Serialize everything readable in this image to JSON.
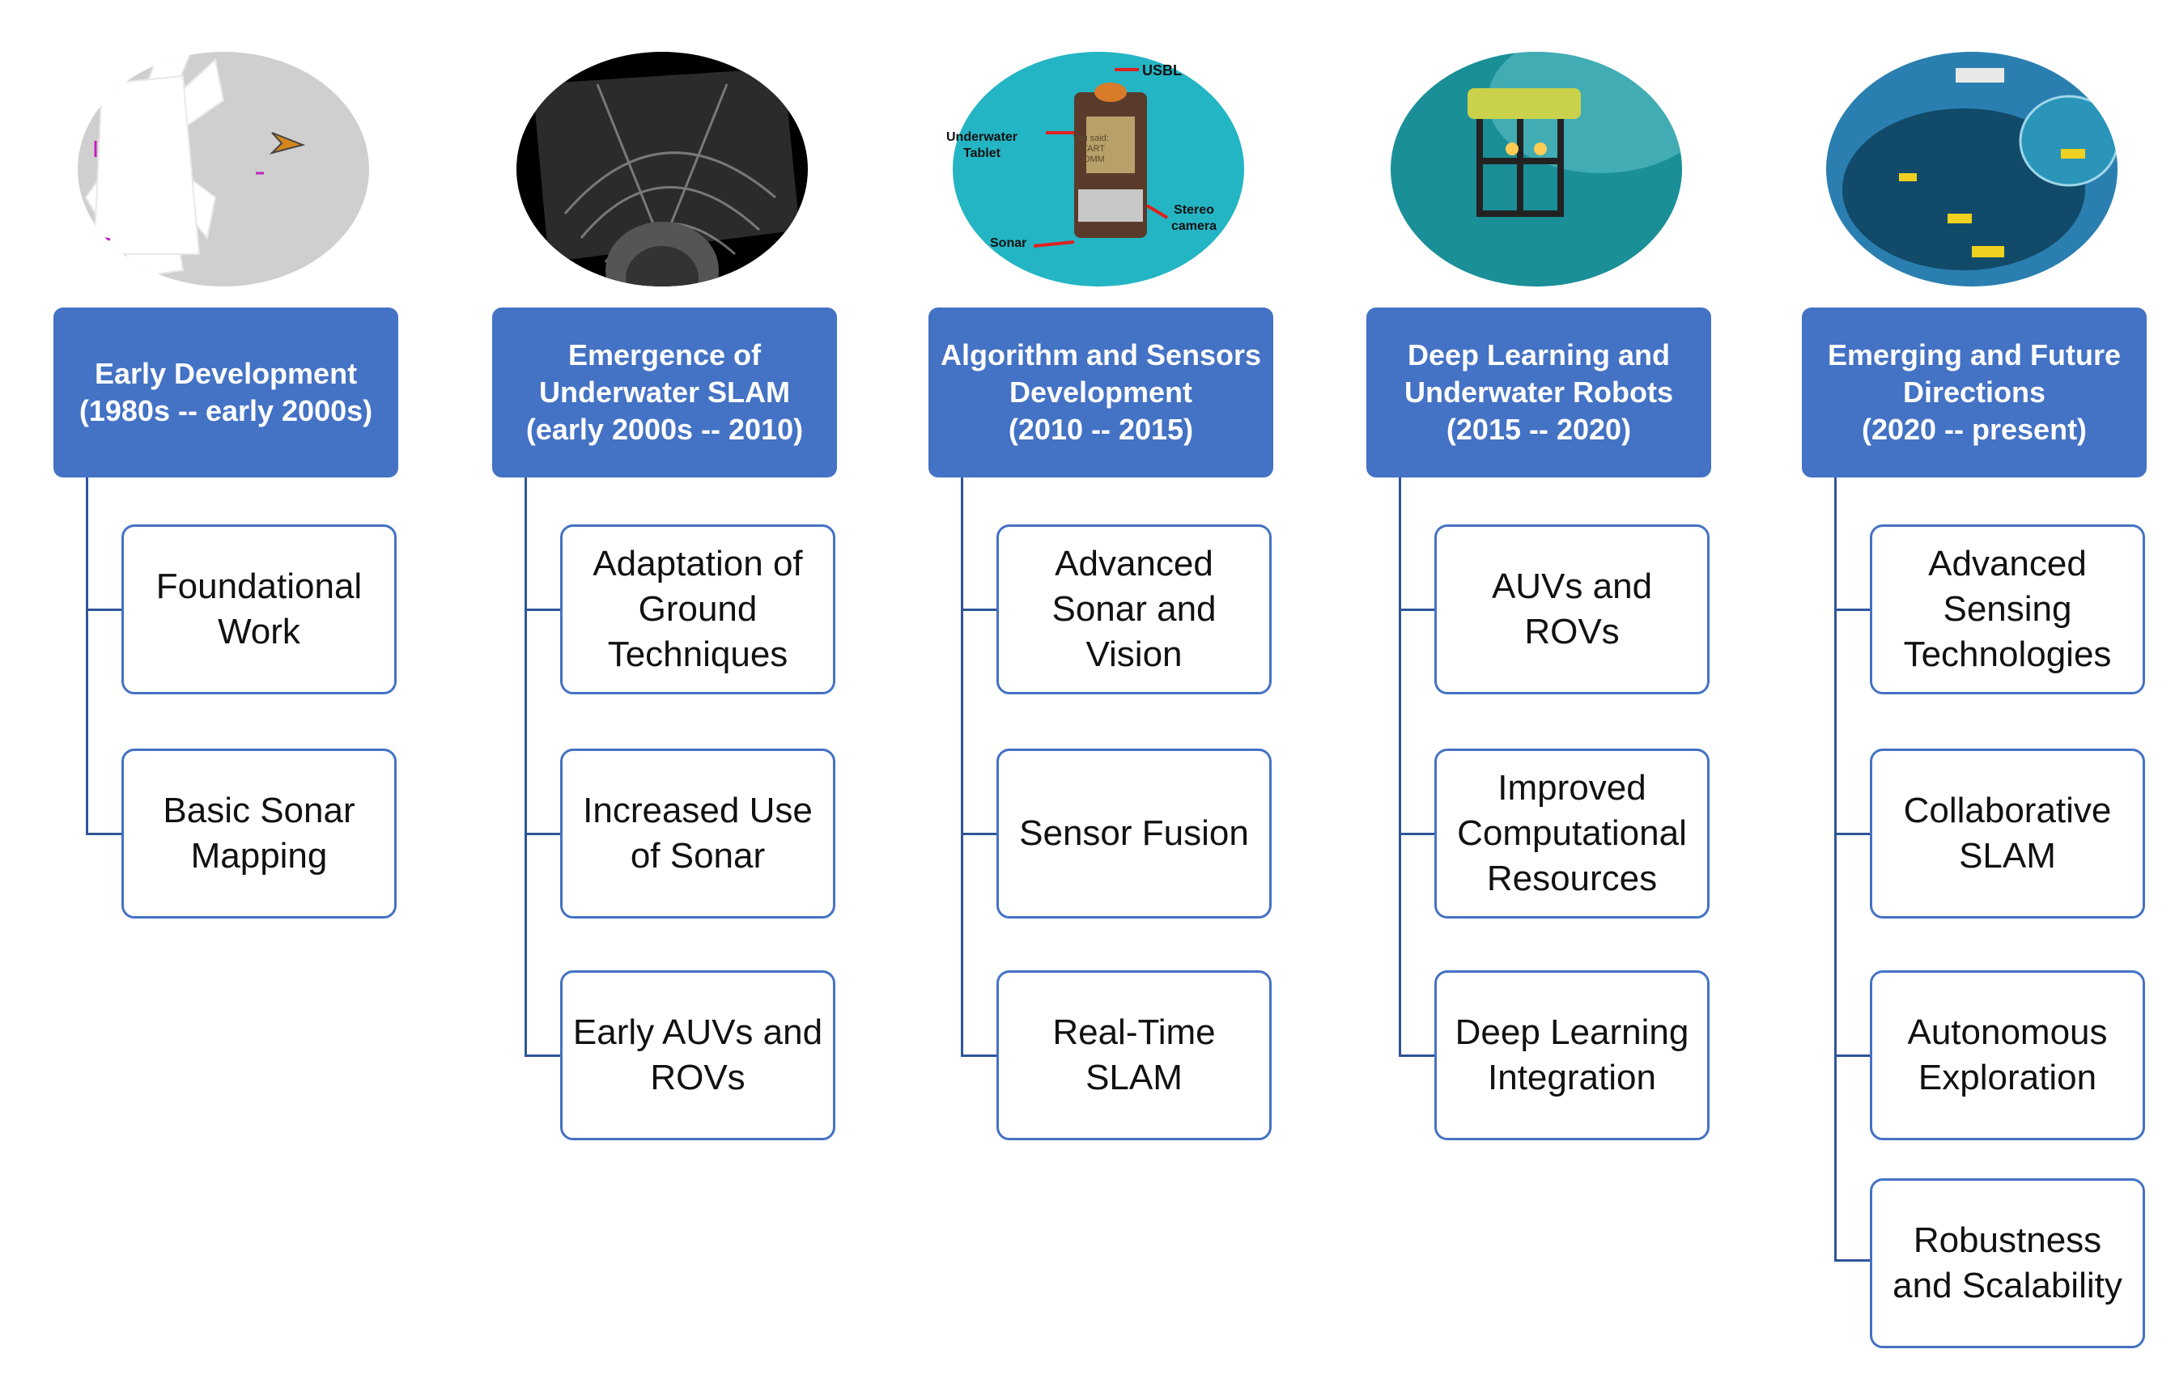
{
  "columns": [
    {
      "header": "Early Development\n(1980s -- early 2000s)",
      "items": [
        "Foundational\nWork",
        "Basic Sonar\nMapping"
      ]
    },
    {
      "header": "Emergence of\nUnderwater SLAM\n(early 2000s -- 2010)",
      "items": [
        "Adaptation of\nGround\nTechniques",
        "Increased Use\nof Sonar",
        "Early AUVs and\nROVs"
      ]
    },
    {
      "header": "Algorithm and Sensors\nDevelopment\n(2010 -- 2015)",
      "items": [
        "Advanced\nSonar and\nVision",
        "Sensor Fusion",
        "Real-Time\nSLAM"
      ],
      "image_labels": [
        "USBL",
        "Underwater\nTablet",
        "You said:\nSTART\nCOMM",
        "Stereo\ncamera",
        "Sonar"
      ]
    },
    {
      "header": "Deep Learning and\nUnderwater Robots\n(2015 -- 2020)",
      "items": [
        "AUVs and\nROVs",
        "Improved\nComputational\nResources",
        "Deep Learning\nIntegration"
      ]
    },
    {
      "header": "Emerging and Future\nDirections\n(2020 -- present)",
      "items": [
        "Advanced\nSensing\nTechnologies",
        "Collaborative\nSLAM",
        "Autonomous\nExploration",
        "Robustness\nand Scalability"
      ]
    }
  ],
  "colors": {
    "header_fill": "#4472c4",
    "connector": "#2f5597",
    "item_border": "#4472c4"
  }
}
